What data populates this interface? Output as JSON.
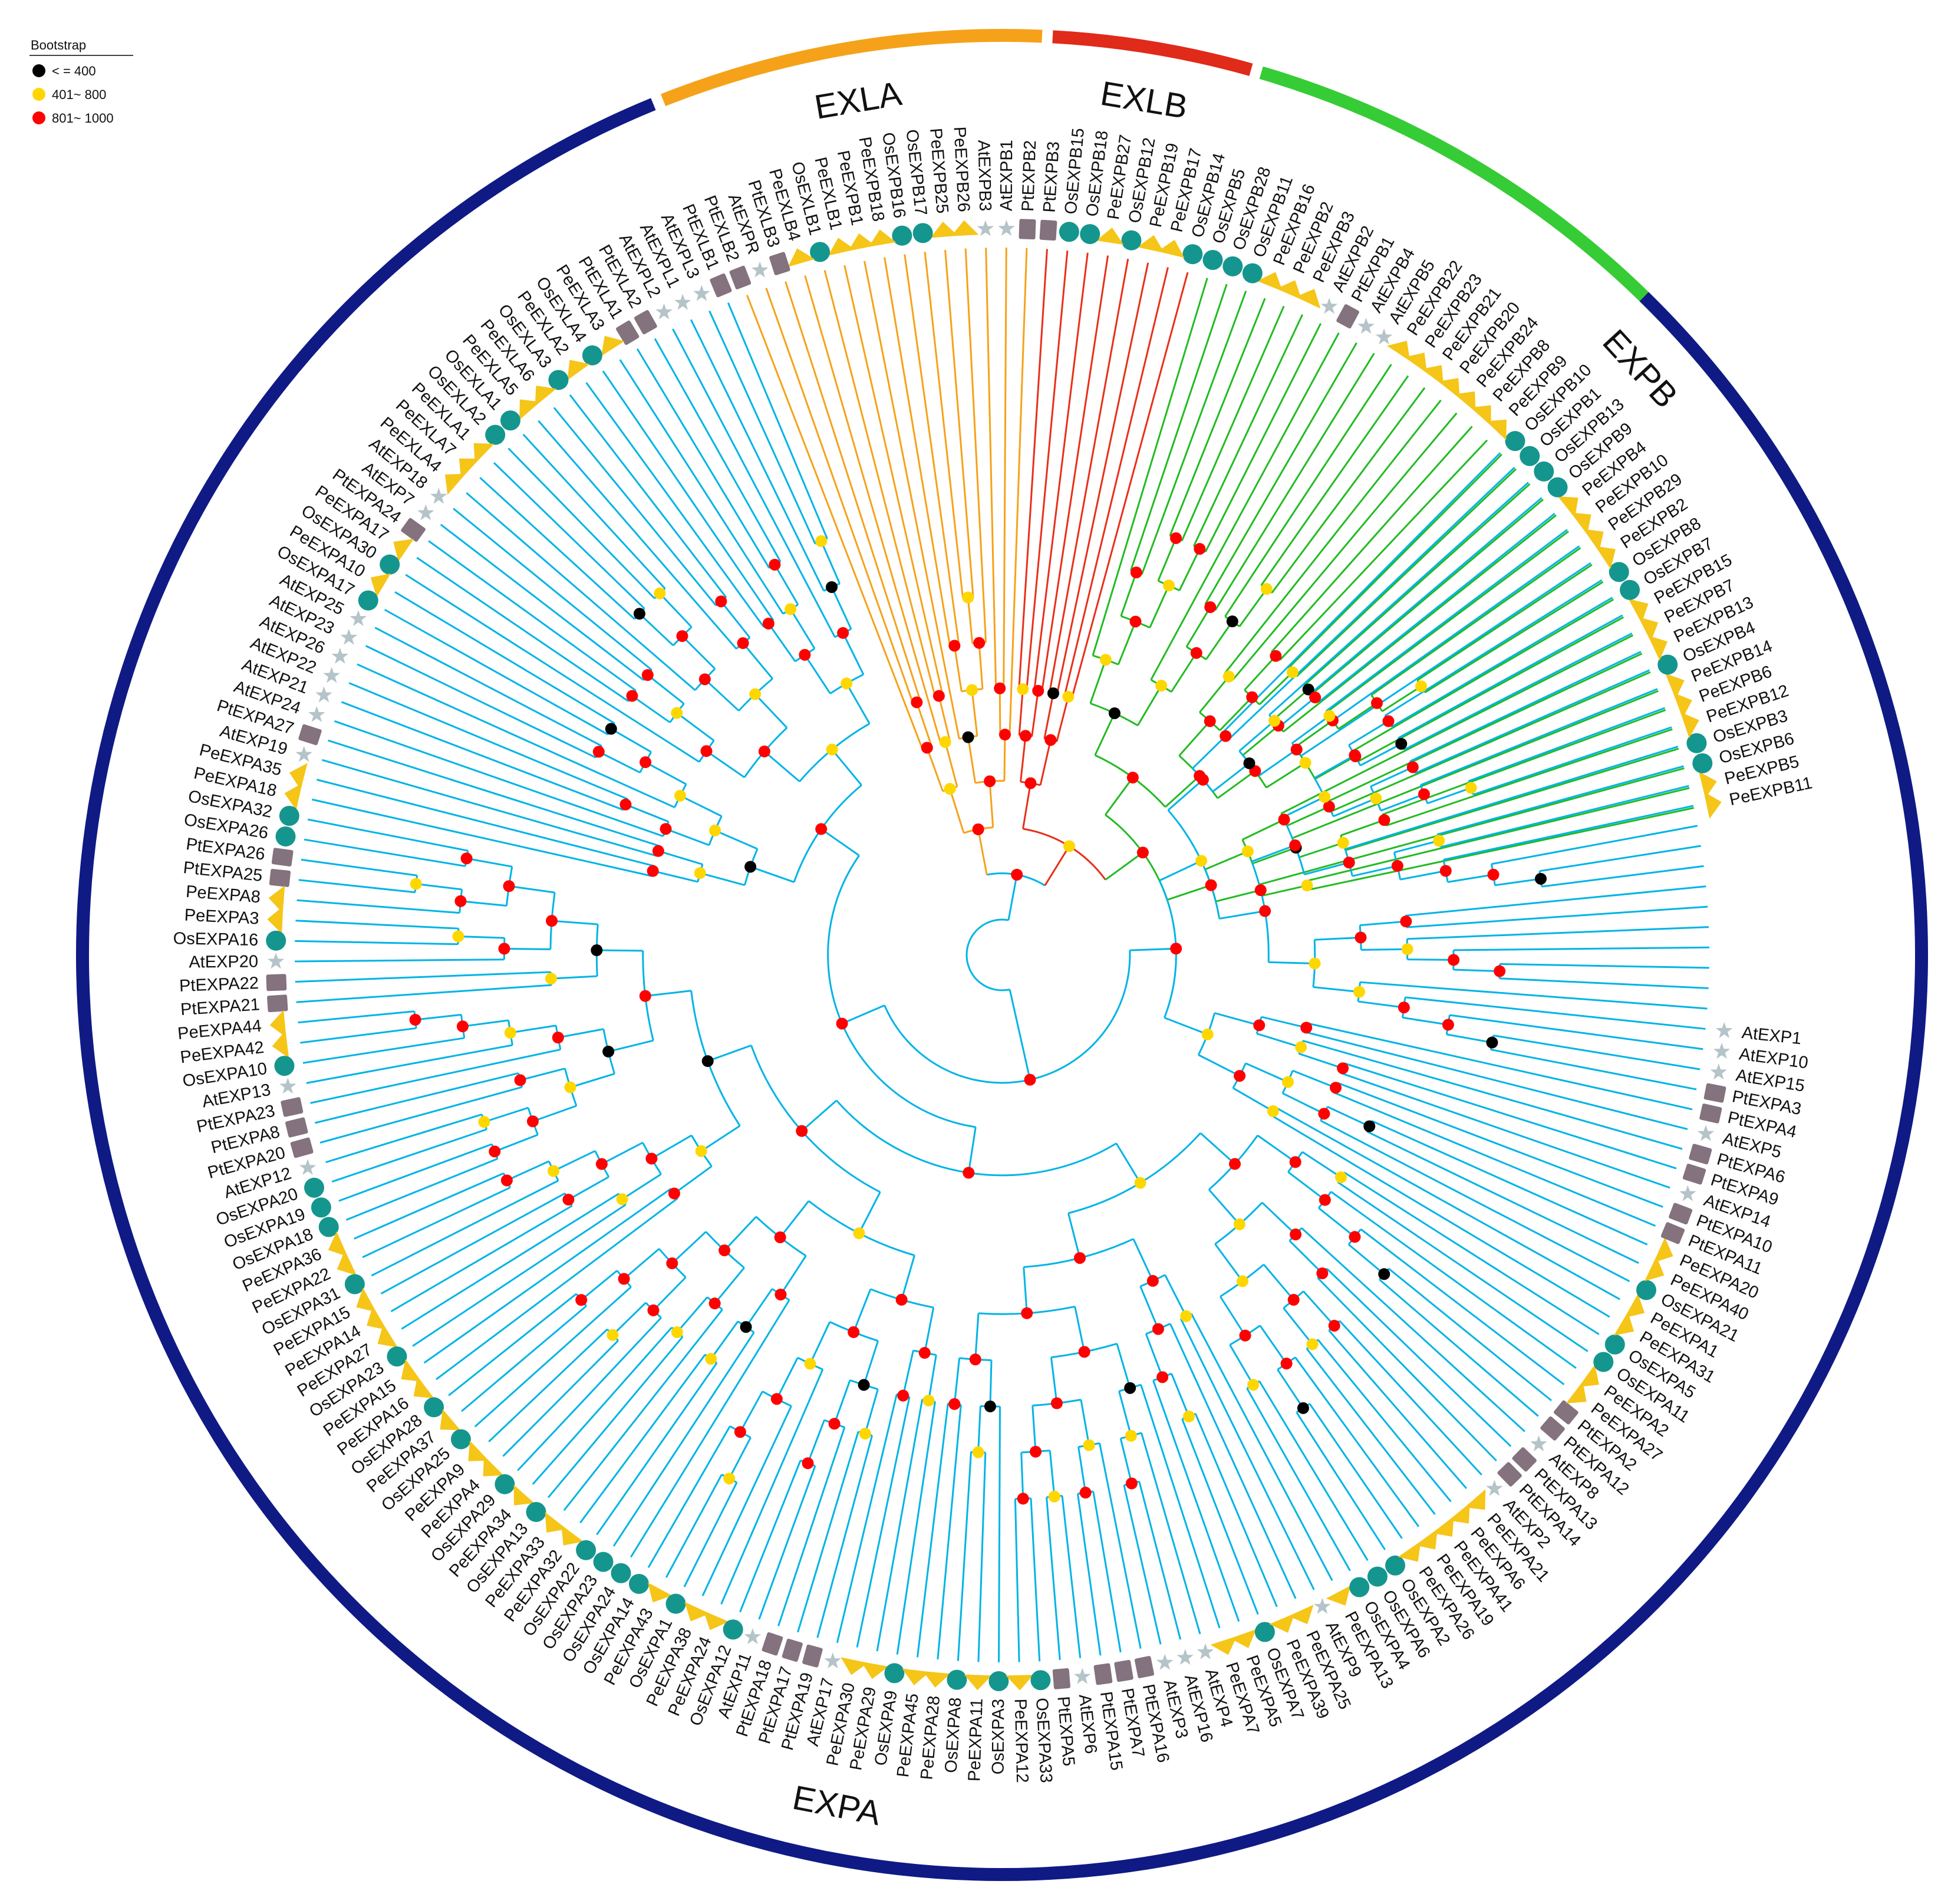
{
  "legend": {
    "title": "Bootstrap",
    "items": [
      {
        "label": "< = 400",
        "color": "#000000"
      },
      {
        "label": "401~ 800",
        "color": "#FFD700"
      },
      {
        "label": "801~ 1000",
        "color": "#FF0000"
      }
    ]
  },
  "colors": {
    "EXPA": "#00B4E6",
    "EXPB": "#22BB22",
    "EXLB": "#E8301A",
    "EXLA": "#F5A21A",
    "EXPA_arc": "#0F1A85",
    "EXPB_arc": "#35CC35",
    "EXLB_arc": "#E02A1A",
    "EXLA_arc": "#F5A21A",
    "Pe": "#F5C518",
    "Os": "#14968E",
    "At": "#B4C4C8",
    "Pt": "#84727E"
  },
  "clades": [
    {
      "name": "EXPB",
      "start": 0,
      "end": 37
    },
    {
      "name": "EXLB",
      "start": 38,
      "end": 45
    },
    {
      "name": "EXLA",
      "start": 46,
      "end": 60
    },
    {
      "name": "EXPA",
      "start": 61,
      "end": 238
    }
  ],
  "leaves": [
    "PeEXPB11",
    "PeEXPB5",
    "OsEXPB6",
    "OsEXPB3",
    "PeEXPB12",
    "PeEXPB6",
    "PeEXPB14",
    "OsEXPB4",
    "PeEXPB13",
    "PeEXPB7",
    "PeEXPB15",
    "OsEXPB7",
    "OsEXPB8",
    "PeEXPB2",
    "PeEXPB29",
    "PeEXPB10",
    "PeEXPB4",
    "OsEXPB9",
    "OsEXPB13",
    "OsEXPB1",
    "OsEXPB10",
    "PeEXPB9",
    "PeEXPB8",
    "PeEXPB24",
    "PeEXPB20",
    "PeEXPB21",
    "PeEXPB23",
    "PeEXPB22",
    "AtEXPB5",
    "AtEXPB4",
    "PtEXPB1",
    "AtEXPB2",
    "PeEXPB3",
    "PeEXPB2",
    "PeEXPB16",
    "OsEXPB11",
    "OsEXPB28",
    "OsEXPB5",
    "OsEXPB14",
    "PeEXPB17",
    "PeEXPB19",
    "OsEXPB12",
    "PeEXPB27",
    "OsEXPB18",
    "OsEXPB15",
    "PtEXPB3",
    "PtEXPB2",
    "AtEXPB1",
    "AtEXPB3",
    "PeEXPB26",
    "PeEXPB25",
    "OsEXPB17",
    "OsEXPB16",
    "PeEXPB18",
    "PeEXPB1",
    "PeEXLB1",
    "OsEXLB1",
    "PeEXLB4",
    "PtEXLB3",
    "AtEXPR",
    "PtEXLB2",
    "PtEXLB1",
    "AtEXPL3",
    "AtEXPL1",
    "AtEXPL2",
    "PtEXLA2",
    "PtEXLA1",
    "PeEXLA3",
    "OsEXLA4",
    "PeEXLA2",
    "OsEXLA3",
    "PeEXLA6",
    "PeEXLA5",
    "OsEXLA1",
    "OsEXLA2",
    "PeEXLA1",
    "PeEXLA7",
    "PeEXLA4",
    "AtEXP18",
    "AtEXP7",
    "PtEXPA24",
    "PeEXPA17",
    "OsEXPA30",
    "PeEXPA10",
    "OsEXPA17",
    "AtEXP25",
    "AtEXP23",
    "AtEXP26",
    "AtEXP22",
    "AtEXP21",
    "AtEXP24",
    "PtEXPA27",
    "AtEXP19",
    "PeEXPA35",
    "PeEXPA18",
    "OsEXPA32",
    "OsEXPA26",
    "PtEXPA26",
    "PtEXPA25",
    "PeEXPA8",
    "PeEXPA3",
    "OsEXPA16",
    "AtEXP20",
    "PtEXPA22",
    "PtEXPA21",
    "PeEXPA44",
    "PeEXPA42",
    "OsEXPA10",
    "AtEXP13",
    "PtEXPA23",
    "PtEXPA8",
    "PtEXPA20",
    "AtEXP12",
    "OsEXPA20",
    "OsEXPA19",
    "OsEXPA18",
    "PeEXPA36",
    "PeEXPA22",
    "OsEXPA31",
    "PeEXPA15",
    "PeEXPA14",
    "PeEXPA27",
    "OsEXPA23",
    "PeEXPA15",
    "PeEXPA16",
    "OsEXPA28",
    "PeEXPA37",
    "OsEXPA25",
    "PeEXPA9",
    "PeEXPA4",
    "OsEXPA29",
    "PeEXPA34",
    "OsEXPA13",
    "PeEXPA33",
    "PeEXPA32",
    "OsEXPA22",
    "OsEXPA23",
    "OsEXPA24",
    "OsEXPA14",
    "PeEXPA43",
    "OsEXPA1",
    "PeEXPA38",
    "PeEXPA24",
    "OsEXPA12",
    "AtEXP11",
    "PtEXPA18",
    "PtEXPA17",
    "PtEXPA19",
    "AtEXP17",
    "PeEXPA30",
    "PeEXPA29",
    "OsEXPA9",
    "PeEXPA45",
    "PeEXPA28",
    "OsEXPA8",
    "PeEXPA11",
    "OsEXPA3",
    "PeEXPA12",
    "OsEXPA33",
    "PtEXPA5",
    "AtEXP6",
    "PtEXPA15",
    "PtEXPA7",
    "PtEXPA16",
    "AtEXP3",
    "AtEXP16",
    "AtEXP4",
    "PeEXPA7",
    "PeEXPA5",
    "OsEXPA7",
    "PeEXPA39",
    "PeEXPA25",
    "AtEXP9",
    "PeEXPA13",
    "OsEXPA4",
    "OsEXPA6",
    "OsEXPA2",
    "PeEXPA26",
    "PeEXPA19",
    "PeEXPA41",
    "PeEXPA6",
    "PeEXPA21",
    "AtEXP2",
    "PtEXPA14",
    "PtEXPA13",
    "AtEXP8",
    "PtEXPA12",
    "PtEXPA2",
    "PeEXPA27",
    "PeEXPA2",
    "OsEXPA11",
    "OsEXPA5",
    "PeEXPA31",
    "PeEXPA1",
    "OsEXPA21",
    "PeEXPA40",
    "PeEXPA20",
    "PtEXPA11",
    "PtEXPA10",
    "AtEXP14",
    "PtEXPA9",
    "PtEXPA6",
    "AtEXP5",
    "PtEXPA4",
    "PtEXPA3",
    "AtEXP15",
    "AtEXP10",
    "AtEXP1"
  ]
}
